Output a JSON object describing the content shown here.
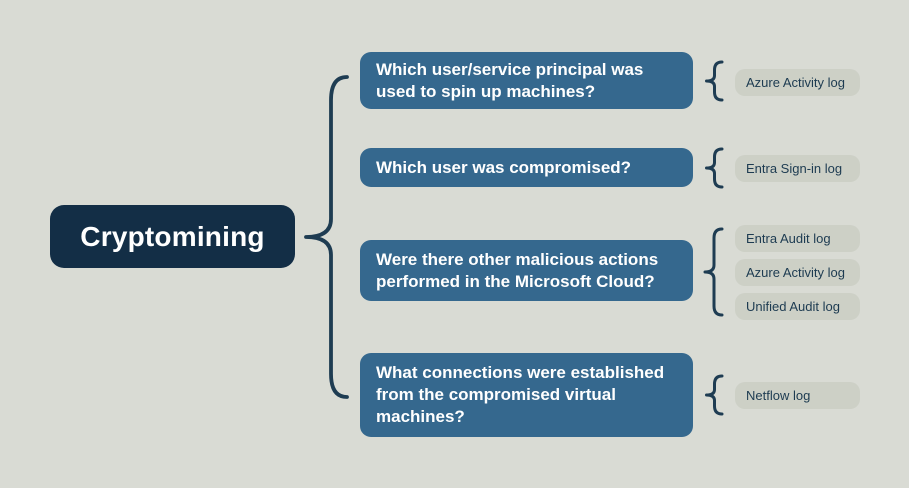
{
  "colors": {
    "background": "#d9dbd4",
    "root_box": "#132e46",
    "question_box": "#35688e",
    "pill_background": "#cdd0c6",
    "pill_text": "#1d3b51",
    "brace": "#1e3c52",
    "box_text": "#ffffff"
  },
  "root": {
    "label": "Cryptomining"
  },
  "branches": [
    {
      "question": "Which user/service principal was used to spin up machines?",
      "logs": [
        "Azure Activity log"
      ]
    },
    {
      "question": "Which user was compromised?",
      "logs": [
        "Entra Sign-in log"
      ]
    },
    {
      "question": "Were there other malicious actions performed in the Microsoft Cloud?",
      "logs": [
        "Entra Audit log",
        "Azure Activity log",
        "Unified Audit log"
      ]
    },
    {
      "question": "What connections were established from the compromised virtual machines?",
      "logs": [
        "Netflow log"
      ]
    }
  ]
}
